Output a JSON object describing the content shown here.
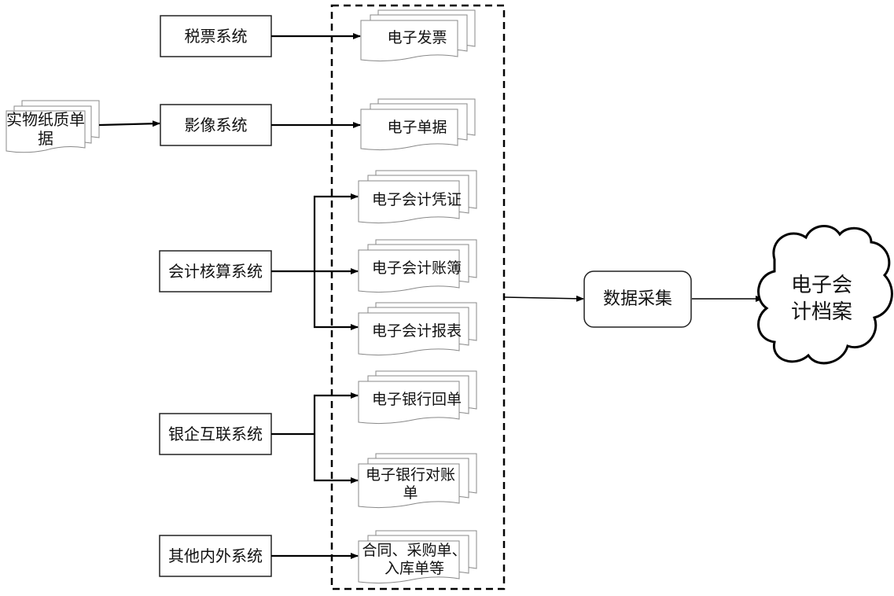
{
  "diagram": {
    "source_paper": {
      "label": "实物纸质单据"
    },
    "systems": [
      {
        "id": "tax",
        "label": "税票系统"
      },
      {
        "id": "image",
        "label": "影像系统"
      },
      {
        "id": "accounting",
        "label": "会计核算系统"
      },
      {
        "id": "bank",
        "label": "银企互联系统"
      },
      {
        "id": "other",
        "label": "其他内外系统"
      }
    ],
    "documents": [
      {
        "label": "电子发票",
        "from": "tax"
      },
      {
        "label": "电子单据",
        "from": "image"
      },
      {
        "label": "电子会计凭证",
        "from": "accounting"
      },
      {
        "label": "电子会计账簿",
        "from": "accounting"
      },
      {
        "label": "电子会计报表",
        "from": "accounting"
      },
      {
        "label": "电子银行回单",
        "from": "bank"
      },
      {
        "label": "电子银行对账单",
        "from": "bank"
      },
      {
        "label": "合同、采购单、入库单等",
        "from": "other"
      }
    ],
    "process": {
      "label": "数据采集"
    },
    "target": {
      "label": "电子会计档案"
    }
  }
}
